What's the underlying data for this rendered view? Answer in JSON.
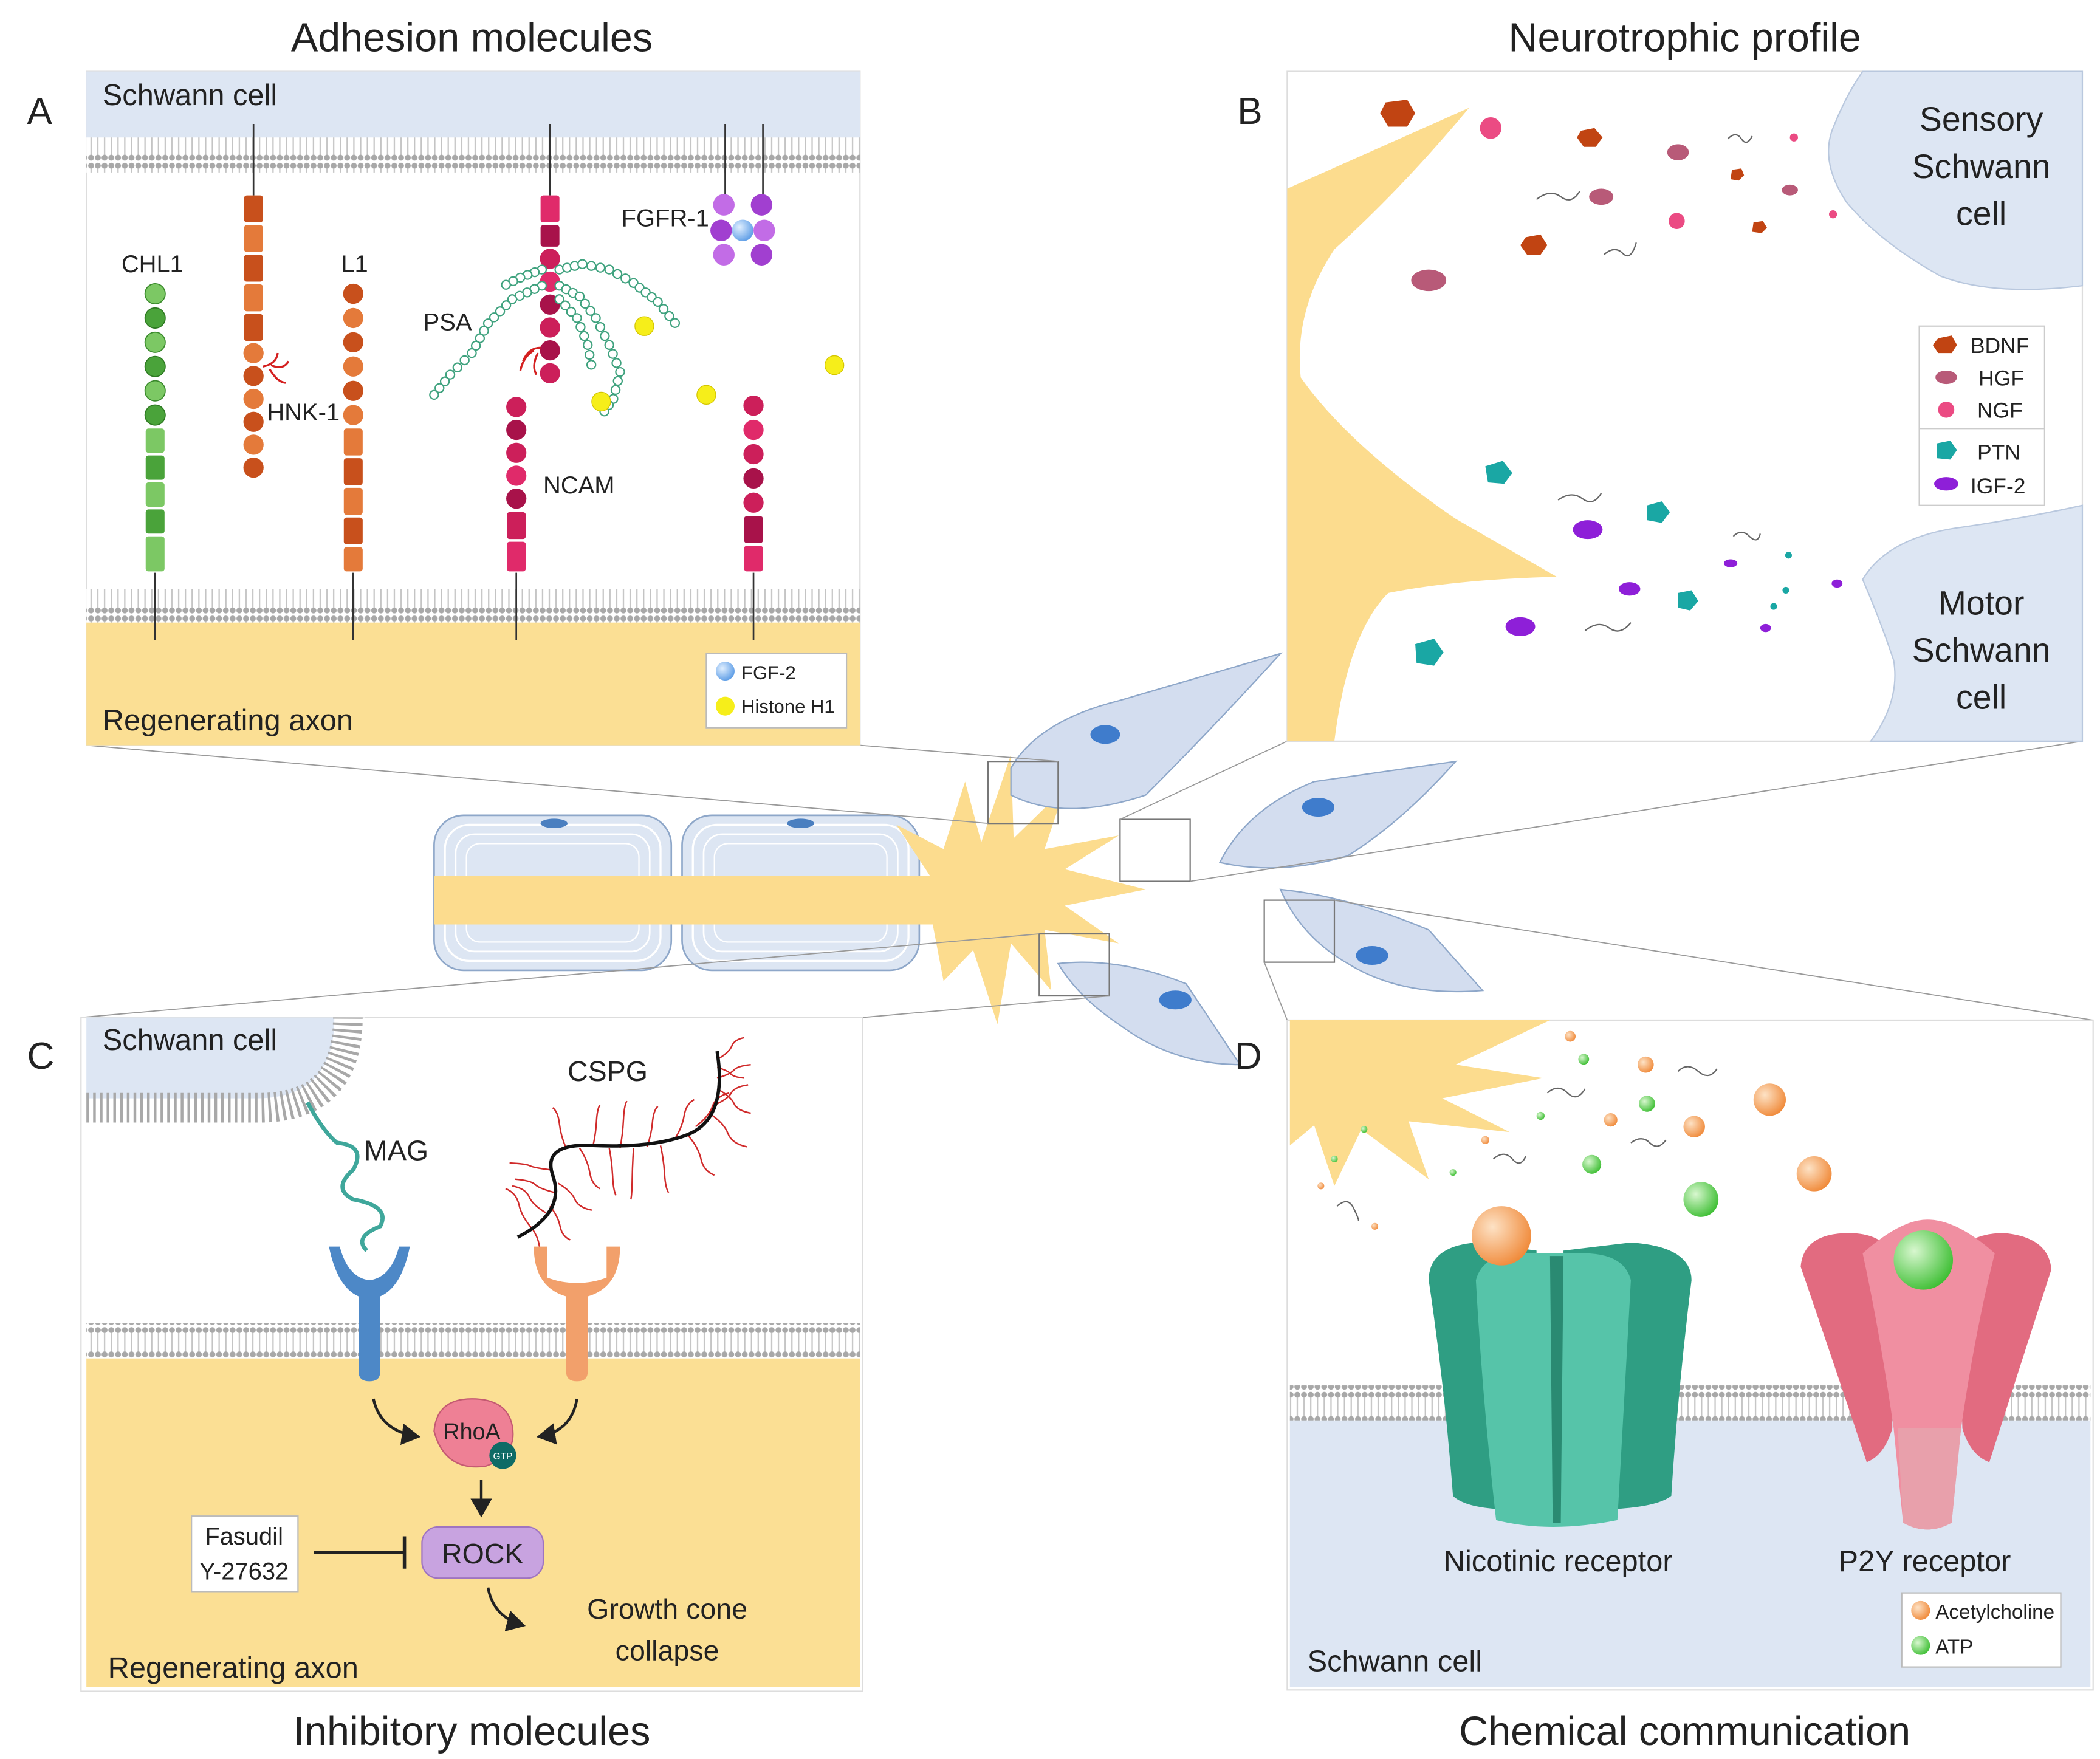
{
  "panels": {
    "A": {
      "letter": "A",
      "title": "Adhesion molecules",
      "top_cell": "Schwann cell",
      "bottom_cell": "Regenerating axon",
      "labels": {
        "chl1": "CHL1",
        "hnk1": "HNK-1",
        "l1": "L1",
        "psa": "PSA",
        "ncam": "NCAM",
        "fgfr1": "FGFR-1"
      },
      "legend": [
        "FGF-2",
        "Histone H1"
      ]
    },
    "B": {
      "letter": "B",
      "title": "Neurotrophic profile",
      "sensory": [
        "Sensory",
        "Schwann",
        "cell"
      ],
      "motor": [
        "Motor",
        "Schwann",
        "cell"
      ],
      "legend_top": [
        "BDNF",
        "HGF",
        "NGF"
      ],
      "legend_bottom": [
        "PTN",
        "IGF-2"
      ]
    },
    "C": {
      "letter": "C",
      "title": "Inhibitory molecules",
      "top_cell": "Schwann cell",
      "bottom_cell": "Regenerating axon",
      "labels": {
        "mag": "MAG",
        "cspg": "CSPG",
        "rhoa": "RhoA",
        "gtp": "GTP",
        "rock": "ROCK"
      },
      "inhibitors": [
        "Fasudil",
        "Y-27632"
      ],
      "outcome": [
        "Growth cone",
        "collapse"
      ]
    },
    "D": {
      "letter": "D",
      "title": "Chemical communication",
      "cell": "Schwann cell",
      "nicotinic": "Nicotinic receptor",
      "p2y": "P2Y receptor",
      "legend": [
        "Acetylcholine",
        "ATP"
      ]
    }
  },
  "colors": {
    "schwann": "#dde6f3",
    "axon": "#fbdf94",
    "membrane": "#b0b0b0",
    "chl1": "#5fb04a",
    "l1": "#e4642a",
    "ncam": "#cc1f5a",
    "fgfr": "#b25bd9",
    "fgf2": "#7fb5ee",
    "histone": "#f6ee1a",
    "bdnf": "#c14412",
    "hgf": "#c0617d",
    "ngf": "#eb4b83",
    "ptn": "#1aa7a4",
    "igf2": "#8e1fd8",
    "mag_receptor": "#4d88c7",
    "cspg_receptor": "#f2a06b",
    "rhoa": "#ee8095",
    "rock": "#c8a3e0",
    "acetylcholine": "#f6a04e",
    "atp": "#62d153",
    "nicotinic": "#3ab69a",
    "p2y": "#e26b80"
  }
}
